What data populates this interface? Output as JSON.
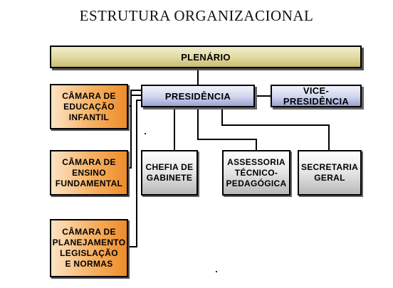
{
  "title": "ESTRUTURA ORGANIZACIONAL",
  "nodes": {
    "plenario": "PLENÁRIO",
    "presidencia": "PRESIDÊNCIA",
    "vice_presidencia": "VICE-PRESIDÊNCIA",
    "camara_educacao_infantil": "CÂMARA DE\nEDUCAÇÃO\nINFANTIL",
    "camara_ensino_fundamental": "CÂMARA DE\nENSINO\nFUNDAMENTAL",
    "camara_planejamento": "CÂMARA DE\nPLANEJAMENTO\nLEGISLAÇÃO\nE NORMAS",
    "chefia_gabinete": "CHEFIA DE\nGABINETE",
    "assessoria": "ASSESSORIA\nTÉCNICO-\nPEDAGÓGICA",
    "secretaria_geral": "SECRETARIA\nGERAL"
  },
  "colors": {
    "plenario": "#e3dba2",
    "presidencia": "#cfd4ee",
    "camaras": "#f6b061",
    "staff": "#e4e4e4",
    "lines": "#000000"
  }
}
